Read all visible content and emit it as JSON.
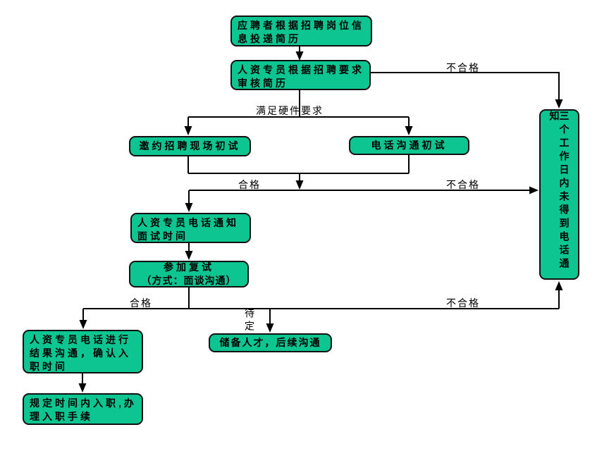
{
  "diagram": {
    "type": "flowchart",
    "colors": {
      "node_fill": "#0dc591",
      "node_border": "#101010",
      "connector": "#000000",
      "background": "#ffffff",
      "text": "#000000"
    },
    "nodes": {
      "apply": {
        "text": "应聘者根据招聘岗位信息投递简历"
      },
      "review": {
        "text": "人资专员根据招聘要求审核简历"
      },
      "onsite_interview": {
        "text": "邀约招聘现场初试"
      },
      "phone_interview": {
        "text": "电话沟通初试"
      },
      "notify_time": {
        "text": "人资专员电话通知面试时间"
      },
      "second_interview": {
        "line1": "参加复试",
        "line2": "（方式：面谈沟通）"
      },
      "result_confirm": {
        "text": "人资专员电话进行结果沟通，确认入职时间"
      },
      "onboard": {
        "text": "规定时间内入职,办理入职手续"
      },
      "talent_pool": {
        "text": "储备人才，后续沟通"
      },
      "no_notice": {
        "text": "三个工作日内未得到电话通知"
      }
    },
    "edge_labels": {
      "meets_requirements": "满足硬件要求",
      "fail_top": "不合格",
      "pass_mid": "合格",
      "fail_mid": "不合格",
      "pass_bottom": "合格",
      "pending": "待定",
      "fail_bottom": "不合格"
    }
  }
}
